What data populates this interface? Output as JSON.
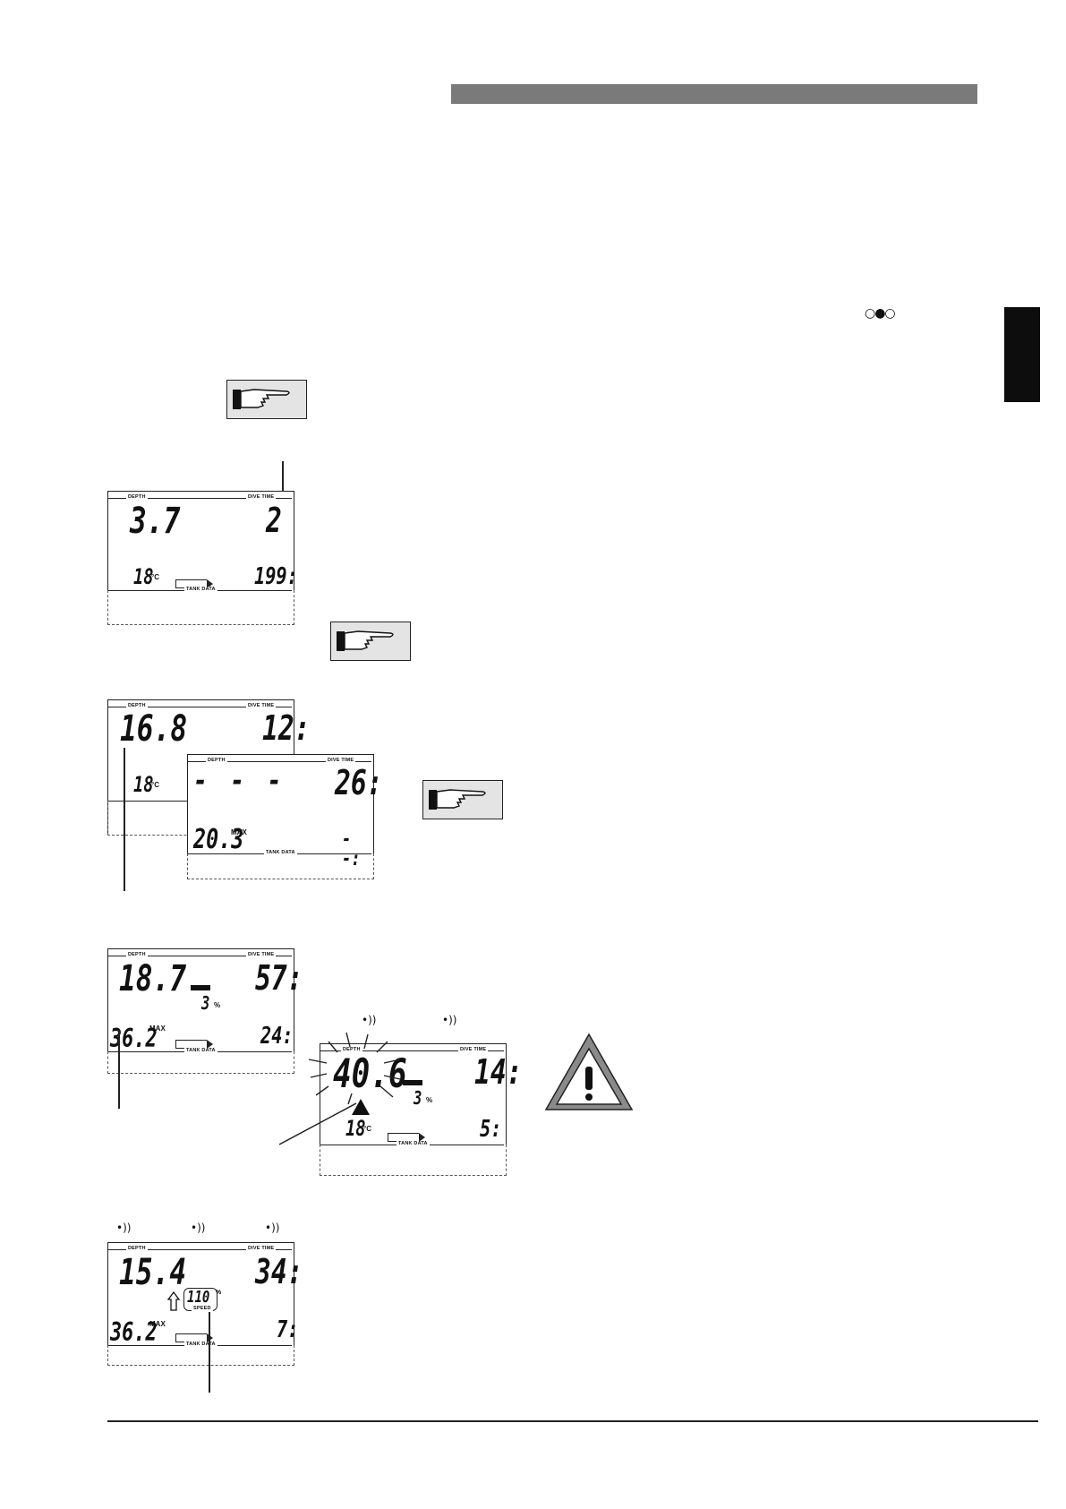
{
  "header": {
    "title": ""
  },
  "nav_dots": "○●○",
  "screens": [
    {
      "id": "s1",
      "depth": "3.7",
      "dive_time": "2",
      "temp": "18",
      "temp_unit": "°C",
      "tank": "199:",
      "labels": {
        "depth": "DEPTH",
        "dive_time": "DIVE TIME",
        "tank": "TANK DATA"
      }
    },
    {
      "id": "s2",
      "depth": "16.8",
      "dive_time": "12:",
      "temp": "18",
      "temp_unit": "°C",
      "labels": {
        "depth": "DEPTH",
        "dive_time": "DIVE TIME"
      }
    },
    {
      "id": "s3",
      "depth": "- - -",
      "dive_time": "26:",
      "max_depth": "20.3",
      "max_label": "MAX",
      "tank": "- -:",
      "labels": {
        "depth": "DEPTH",
        "dive_time": "DIVE TIME",
        "tank": "TANK DATA"
      }
    },
    {
      "id": "s4",
      "depth": "18.7",
      "dive_time": "57:",
      "percent": "3",
      "percent_unit": "%",
      "max_depth": "36.2",
      "max_label": "MAX",
      "tank": "24:",
      "labels": {
        "depth": "DEPTH",
        "dive_time": "DIVE TIME",
        "tank": "TANK DATA"
      }
    },
    {
      "id": "s5",
      "depth": "40.6",
      "dive_time": "14:",
      "percent": "3",
      "percent_unit": "%",
      "temp": "18",
      "temp_unit": "°C",
      "tank": "5:",
      "labels": {
        "depth": "DEPTH",
        "dive_time": "DIVE TIME",
        "tank": "TANK DATA"
      }
    },
    {
      "id": "s6",
      "depth": "15.4",
      "dive_time": "34:",
      "speed": "110",
      "speed_unit": "%",
      "speed_label": "SPEED",
      "max_depth": "36.2",
      "max_label": "MAX",
      "tank": "7:",
      "labels": {
        "depth": "DEPTH",
        "dive_time": "DIVE TIME",
        "tank": "TANK DATA"
      }
    }
  ],
  "icons": [
    "hand-pointer-icon",
    "warning-triangle-icon",
    "sound-alarm-icon",
    "ascent-arrow-icon"
  ]
}
